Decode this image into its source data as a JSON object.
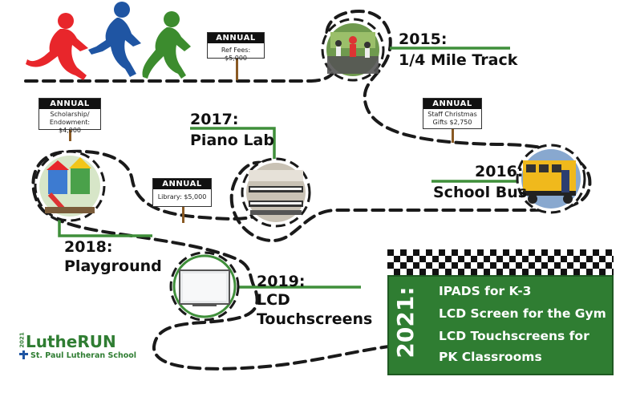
{
  "annual_signs": [
    {
      "heading": "ANNUAL",
      "text": "Ref Fees: $5,000"
    },
    {
      "heading": "ANNUAL",
      "text": "Scholarship/\nEndowment: $4,000"
    },
    {
      "heading": "ANNUAL",
      "text": "Staff Christmas\nGifts $2,750"
    },
    {
      "heading": "ANNUAL",
      "text": "Library: $5,000"
    }
  ],
  "milestones": [
    {
      "year": "2015:",
      "item": "1/4 Mile Track",
      "photo_icon": "running-track-photo"
    },
    {
      "year": "2016:",
      "item": "School Bus",
      "photo_icon": "school-bus-photo"
    },
    {
      "year": "2017:",
      "item": "Piano Lab",
      "photo_icon": "piano-lab-photo"
    },
    {
      "year": "2018:",
      "item": "Playground",
      "photo_icon": "playground-photo"
    },
    {
      "year": "2019:",
      "item": "LCD",
      "item2": "Touchscreens",
      "photo_icon": "touchscreen-photo"
    }
  ],
  "finish": {
    "year": "2021:",
    "items": [
      "IPADS for K-3",
      "LCD Screen for the Gym",
      "LCD Touchscreens for",
      "PK Classrooms"
    ]
  },
  "logo": {
    "year": "2021",
    "name": "LutheRUN",
    "school": "St. Paul Lutheran School"
  },
  "colors": {
    "runner_red": "#e8262b",
    "runner_blue": "#1f55a3",
    "runner_green": "#3c8c2e",
    "accent_green": "#3f8f3a",
    "finish_green": "#2f7d32",
    "path": "#1a1a1a"
  }
}
